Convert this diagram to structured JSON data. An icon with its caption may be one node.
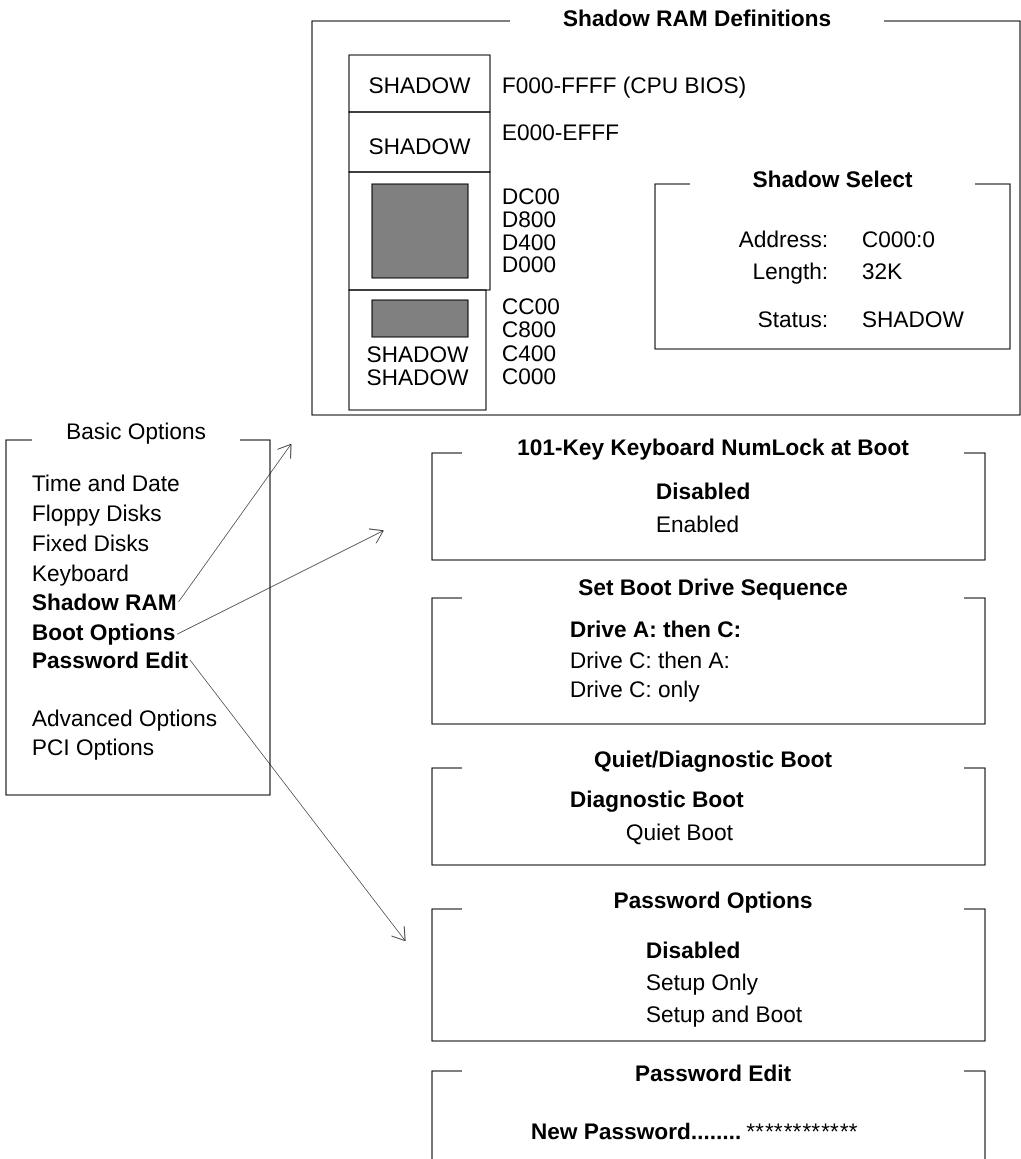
{
  "diagram": {
    "nodes": [
      {
        "text": [
          "Shadow RAM Definitions"
        ]
      },
      {
        "text": [
          "SHADOW"
        ],
        "in": 0,
        "beside": [
          "F000-FFFF (CPU BIOS)"
        ]
      },
      {
        "text": [
          "SHADOW"
        ],
        "in": 0,
        "beside": [
          "E000-EFFF"
        ]
      },
      {
        "text": [],
        "shape": "box",
        "in": 0,
        "beside": [
          "DC00",
          "D800",
          "D400",
          "D000"
        ]
      },
      {
        "text": [
          "SHADOW",
          "SHADOW"
        ],
        "in": 0,
        "beside": [
          "CC00",
          "C800",
          "C400",
          "C000"
        ]
      },
      {
        "text": [
          "Shadow Select",
          "Address:",
          "C000:0",
          "Length:",
          "32K",
          "Status:",
          "SHADOW"
        ],
        "in": 0
      },
      {
        "text": [
          "Basic Options"
        ]
      },
      {
        "text": [
          "Time and Date"
        ],
        "in": 6
      },
      {
        "text": [
          "Floppy Disks"
        ],
        "in": 6
      },
      {
        "text": [
          "Fixed Disks"
        ],
        "in": 6
      },
      {
        "text": [
          "Keyboard"
        ],
        "in": 6
      },
      {
        "text": [
          "Shadow RAM"
        ],
        "in": 6
      },
      {
        "text": [
          "Boot Options"
        ],
        "in": 6
      },
      {
        "text": [
          "Password Edit"
        ],
        "in": 6
      },
      {
        "text": [
          "Advanced Options"
        ],
        "in": 6
      },
      {
        "text": [
          "PCI Options"
        ],
        "in": 6
      },
      {
        "text": [
          "101-Key Keyboard NumLock at Boot",
          "Disabled",
          "Enabled"
        ]
      },
      {
        "text": [
          "Set Boot Drive Sequence",
          "Drive A: then C:",
          "Drive C: then A:",
          "Drive C: only"
        ]
      },
      {
        "text": [
          "Quiet/Diagnostic Boot",
          "Diagnostic Boot",
          "Quiet Boot"
        ]
      },
      {
        "text": [
          "Password Options",
          "Disabled",
          "Setup Only",
          "Setup and Boot"
        ]
      },
      {
        "text": [
          "Password Edit",
          "New Password........",
          "**",
          "**",
          "**",
          "**",
          "**",
          "**"
        ]
      }
    ],
    "edges": [
      {
        "from": 11,
        "to": 0,
        "arrow": "to"
      },
      {
        "from": 12,
        "to": 16,
        "arrow": "to"
      },
      {
        "from": 13,
        "to": 19,
        "arrow": "to"
      }
    ]
  }
}
